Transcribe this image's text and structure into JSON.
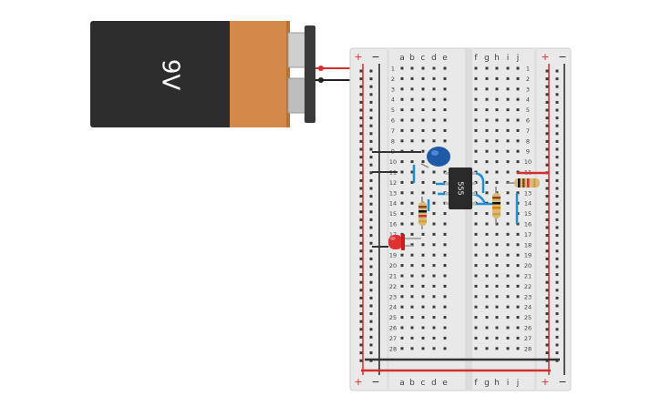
{
  "battery": {
    "label": "9V",
    "body_color": "#2d2d2d",
    "cap_color": "#d3894a",
    "terminal_color": "#c8c8c8"
  },
  "breadboard": {
    "columns_left": [
      "a",
      "b",
      "c",
      "d",
      "e"
    ],
    "columns_right": [
      "f",
      "g",
      "h",
      "i",
      "j"
    ],
    "rows": [
      "1",
      "2",
      "3",
      "4",
      "5",
      "6",
      "7",
      "8",
      "9",
      "10",
      "11",
      "12",
      "13",
      "14",
      "15",
      "16",
      "17",
      "18",
      "19",
      "20",
      "21",
      "22",
      "23",
      "24",
      "25",
      "26",
      "27",
      "28"
    ],
    "rail_plus": "+",
    "rail_minus": "−",
    "board_color": "#e9e9e9",
    "hole_color": "#3a3a3a",
    "rail_red": "#d32f2f",
    "rail_black": "#222222"
  },
  "components": {
    "ic_label": "555",
    "wire_color": "#1f8fd1",
    "capacitor_color": "#1e5aa8",
    "led_color": "#e0302f"
  }
}
